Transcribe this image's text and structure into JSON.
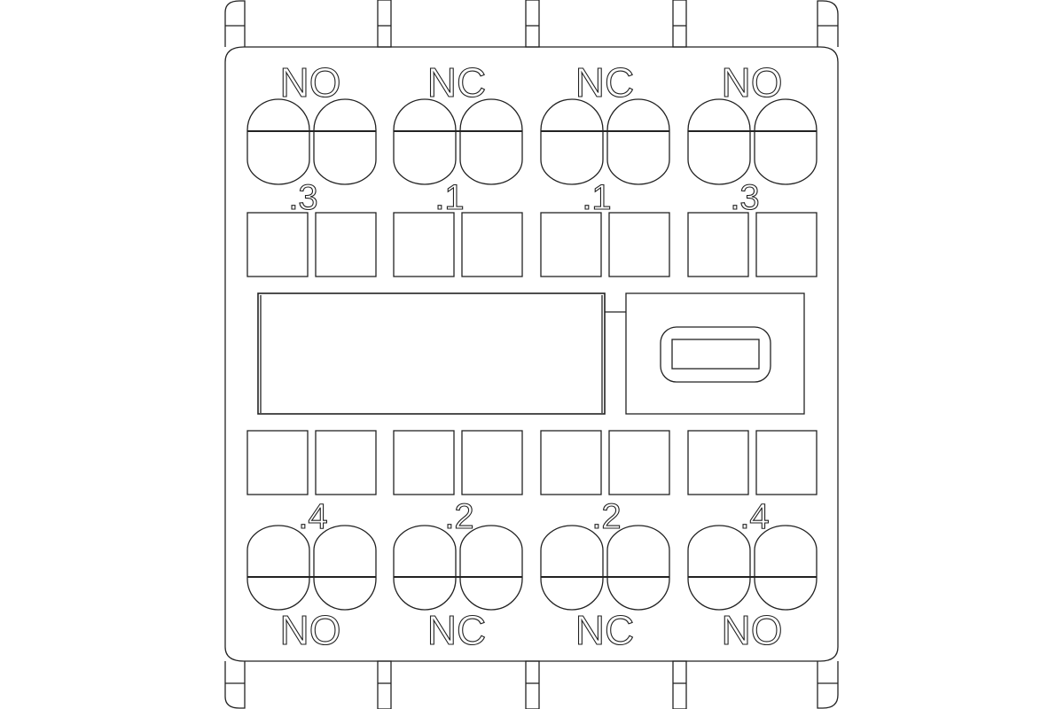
{
  "diagram": {
    "type": "auxiliary contact block terminal layout",
    "colors": {
      "line": "#222222",
      "background": "#ffffff"
    },
    "top_row": {
      "groups": [
        {
          "label": "NO",
          "terminal": ".3"
        },
        {
          "label": "NC",
          "terminal": ".1"
        },
        {
          "label": "NC",
          "terminal": ".1"
        },
        {
          "label": "NO",
          "terminal": ".3"
        }
      ]
    },
    "bottom_row": {
      "groups": [
        {
          "label": "NO",
          "terminal": ".4"
        },
        {
          "label": "NC",
          "terminal": ".2"
        },
        {
          "label": "NC",
          "terminal": ".2"
        },
        {
          "label": "NO",
          "terminal": ".4"
        }
      ]
    }
  }
}
